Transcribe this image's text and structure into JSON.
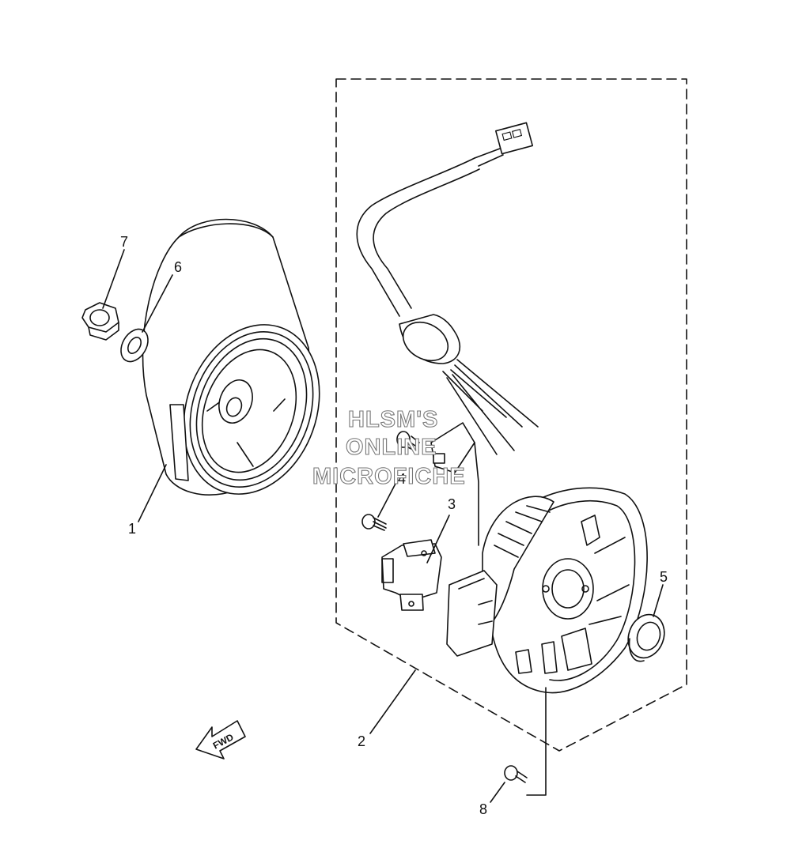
{
  "watermark": {
    "line1": "HLSM'S",
    "line2": "ONLINE",
    "line3": "MICROFICHE"
  },
  "fwd_label": "FWD",
  "callouts": [
    {
      "id": "1",
      "label": "1"
    },
    {
      "id": "2",
      "label": "2"
    },
    {
      "id": "3",
      "label": "3"
    },
    {
      "id": "4",
      "label": "4"
    },
    {
      "id": "5",
      "label": "5"
    },
    {
      "id": "6",
      "label": "6"
    },
    {
      "id": "7",
      "label": "7"
    },
    {
      "id": "8",
      "label": "8"
    }
  ]
}
